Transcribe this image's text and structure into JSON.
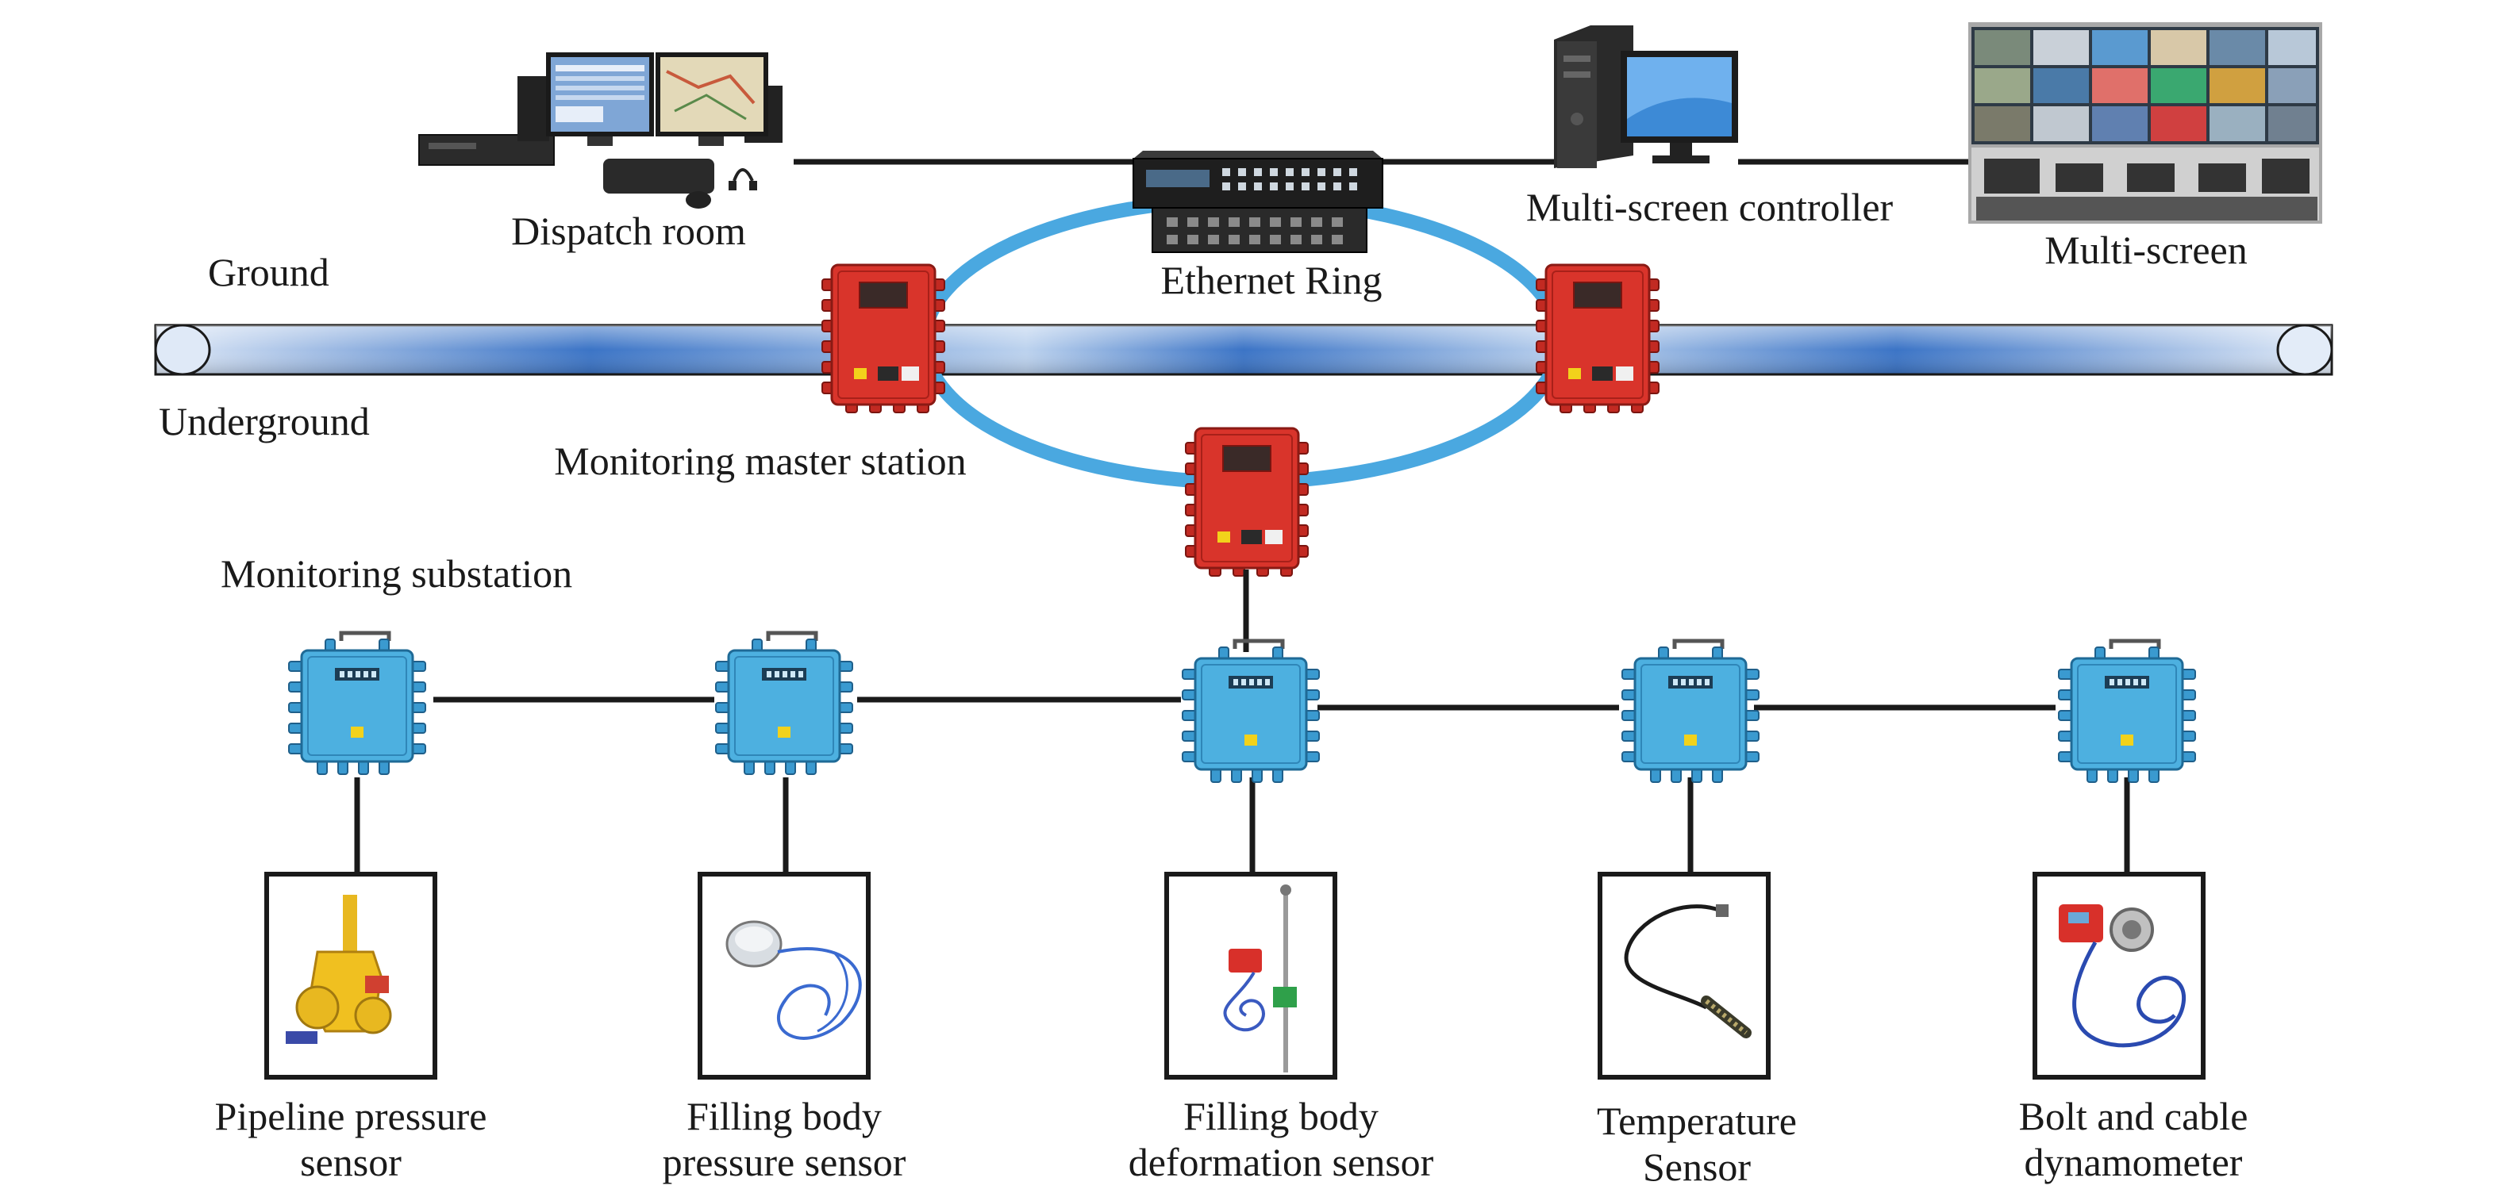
{
  "labels": {
    "dispatch_room": "Dispatch room",
    "ground": "Ground",
    "underground": "Underground",
    "ethernet_ring": "Ethernet Ring",
    "multi_screen_controller": "Multi-screen controller",
    "multi_screen": "Multi-screen",
    "monitoring_master_station": "Monitoring master station",
    "monitoring_substation": "Monitoring substation"
  },
  "sensors": [
    {
      "line1": "Pipeline pressure",
      "line2": "sensor",
      "icon": "pipeline-pressure-sensor-icon"
    },
    {
      "line1": "Filling body",
      "line2": "pressure sensor",
      "icon": "filling-body-pressure-sensor-icon"
    },
    {
      "line1": "Filling body",
      "line2": "deformation sensor",
      "icon": "filling-body-deformation-sensor-icon"
    },
    {
      "line1": "Temperature",
      "line2": "Sensor",
      "icon": "temperature-sensor-icon"
    },
    {
      "line1": "Bolt and cable",
      "line2": "dynamometer",
      "icon": "bolt-cable-dynamometer-icon"
    }
  ],
  "colors": {
    "ring": "#4aa8e0",
    "master_station": "#d9342b",
    "substation": "#4db0e0",
    "line": "#1a1a1a",
    "boundary": "#3a78c8"
  }
}
